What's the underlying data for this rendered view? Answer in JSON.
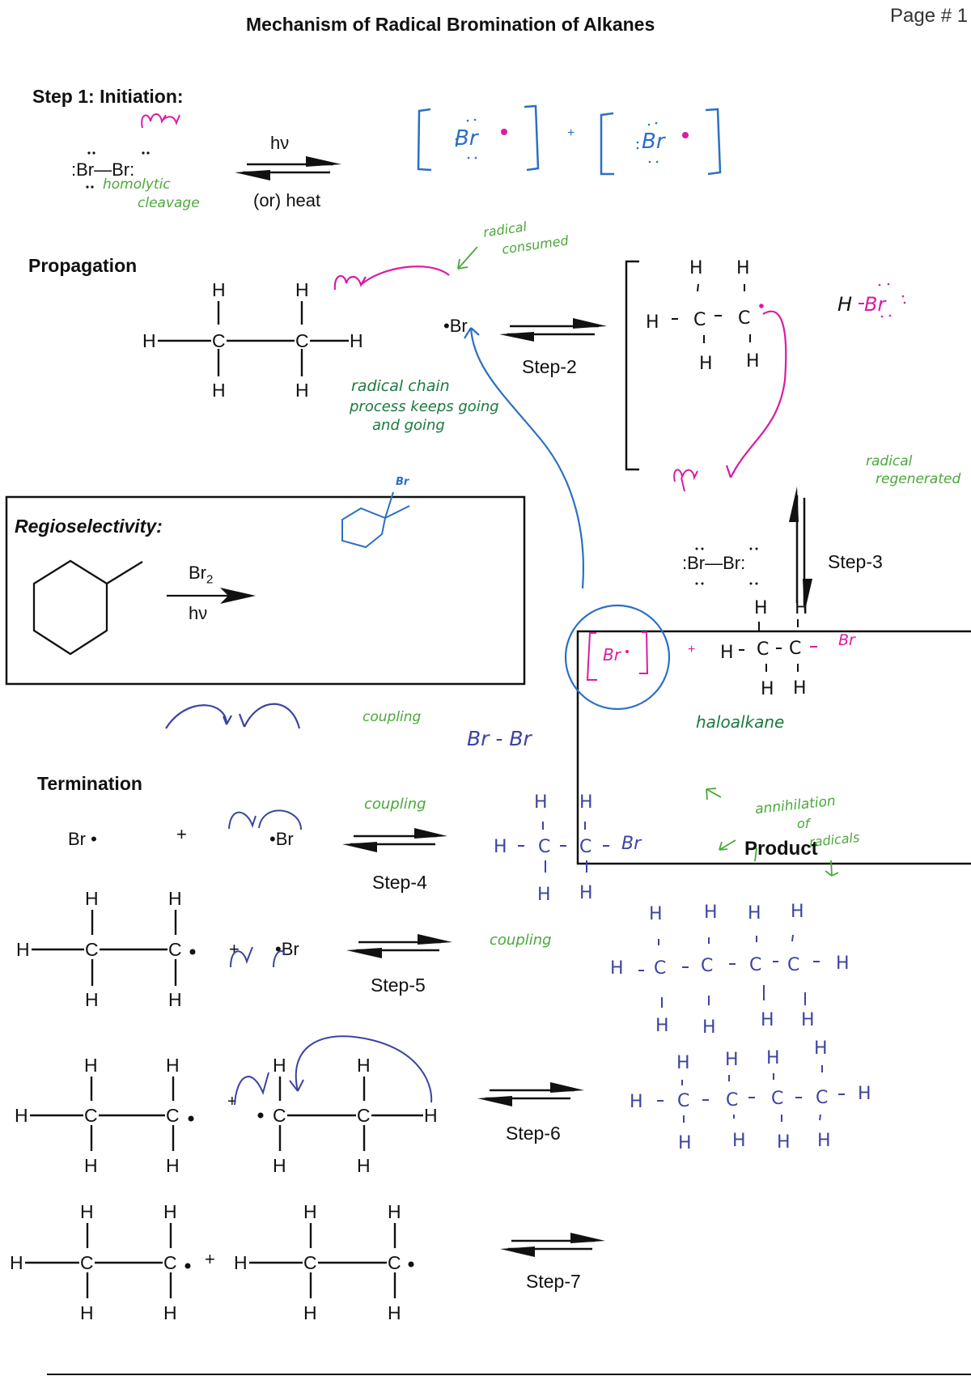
{
  "header": {
    "title": "Mechanism of Radical Bromination of Alkanes",
    "page_label": "Page # 1"
  },
  "colors": {
    "ink": "#111111",
    "annotation_green": "#4aa83a",
    "annotation_dark_green": "#1a7a3e",
    "annotation_blue": "#2c6fc4",
    "annotation_navy": "#3d44a0",
    "annotation_pink": "#d81ca6"
  },
  "initiation": {
    "heading": "Step 1: Initiation:",
    "reactant": ":Br—Br:",
    "condition_top": "hν",
    "condition_bottom": "(or) heat",
    "note_line1": "homolytic",
    "note_line2": "cleavage",
    "product_atom": "Br",
    "plus": "+"
  },
  "propagation": {
    "heading": "Propagation",
    "reactant_radical": "•Br",
    "step_label": "Step-2",
    "note_consumed_line1": "radical",
    "note_consumed_line2": "consumed",
    "note_chain_line1": "radical chain",
    "note_chain_line2": "process keeps going",
    "note_chain_line3": "and going",
    "byproduct_h": "H",
    "byproduct_br": "Br",
    "note_regen_line1": "radical",
    "note_regen_line2": "regenerated",
    "step3_label": "Step-3",
    "step3_reactant": ":Br—Br:",
    "haloalkane_label": "haloalkane",
    "product_br": "Br",
    "product_plus": "+"
  },
  "regioselectivity": {
    "heading": "Regioselectivity:",
    "reagent": "Br",
    "reagent_subscript": "2",
    "condition": "hν",
    "sketch_label": "Br"
  },
  "coupling_sketch": {
    "note": "coupling",
    "product": "Br - Br"
  },
  "product_box": {
    "label": "Product",
    "note_line1": "annihilation",
    "note_line2": "of",
    "note_line3": "radicals"
  },
  "termination": {
    "heading": "Termination",
    "step4": {
      "reactant1": "Br •",
      "plus": "+",
      "reactant2": "•Br",
      "note": "coupling",
      "label": "Step-4",
      "product_br": "Br"
    },
    "step5": {
      "plus": "+",
      "reactant2": "•Br",
      "note": "coupling",
      "label": "Step-5"
    },
    "step6": {
      "plus": "+",
      "label": "Step-6"
    },
    "step7": {
      "plus": "+",
      "label": "Step-7"
    }
  },
  "atoms": {
    "H": "H",
    "C": "C",
    "Cdot": "C•",
    "dotC": "•C"
  }
}
